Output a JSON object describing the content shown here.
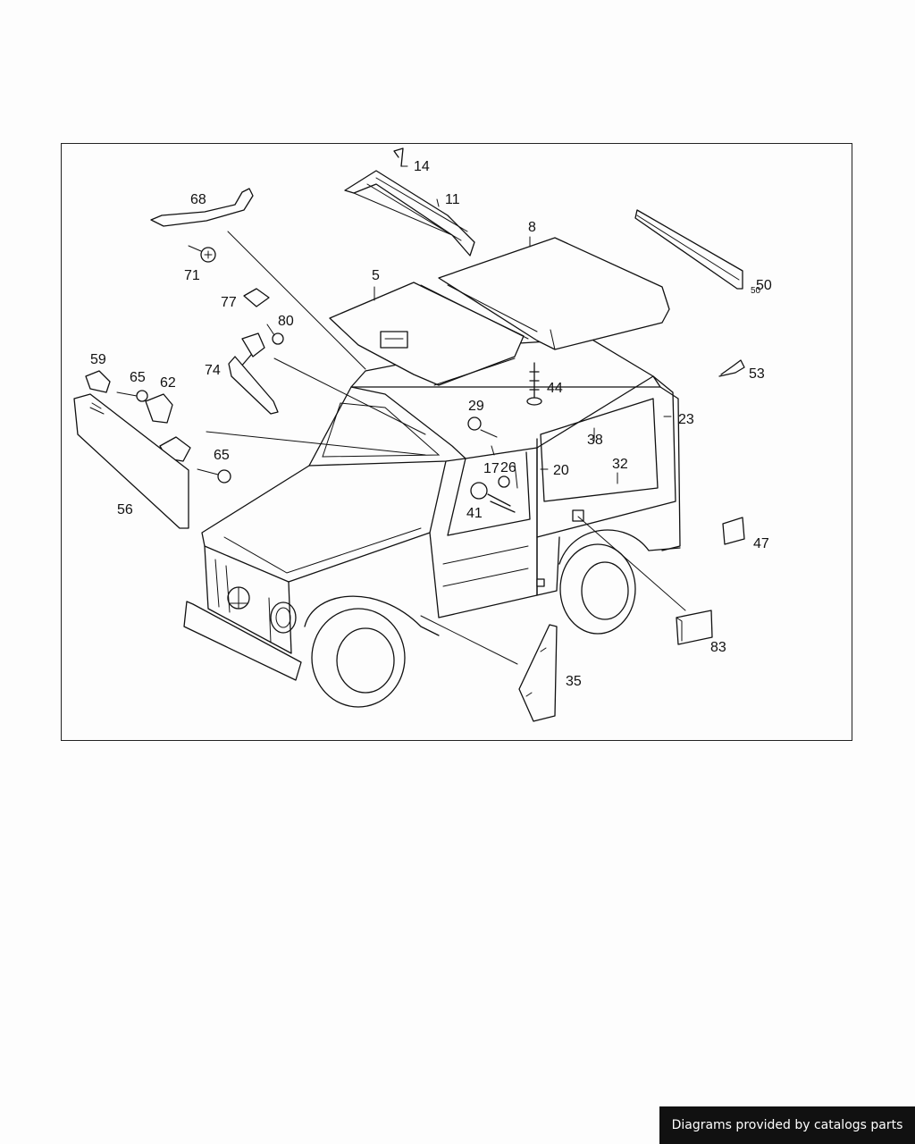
{
  "callouts": {
    "c14": "14",
    "c11": "11",
    "c8": "8",
    "c68": "68",
    "c50": "50",
    "c50s": "50",
    "c71": "71",
    "c5": "5",
    "c77": "77",
    "c80": "80",
    "c53": "53",
    "c59": "59",
    "c65a": "65",
    "c62": "62",
    "c74": "74",
    "c44": "44",
    "c29": "29",
    "c23": "23",
    "c38": "38",
    "c17": "17",
    "c26": "26",
    "c20": "20",
    "c32": "32",
    "c65b": "65",
    "c56": "56",
    "c41": "41",
    "c47": "47",
    "c83": "83",
    "c35": "35"
  },
  "footer": {
    "credit": "Diagrams provided by catalogs parts"
  }
}
